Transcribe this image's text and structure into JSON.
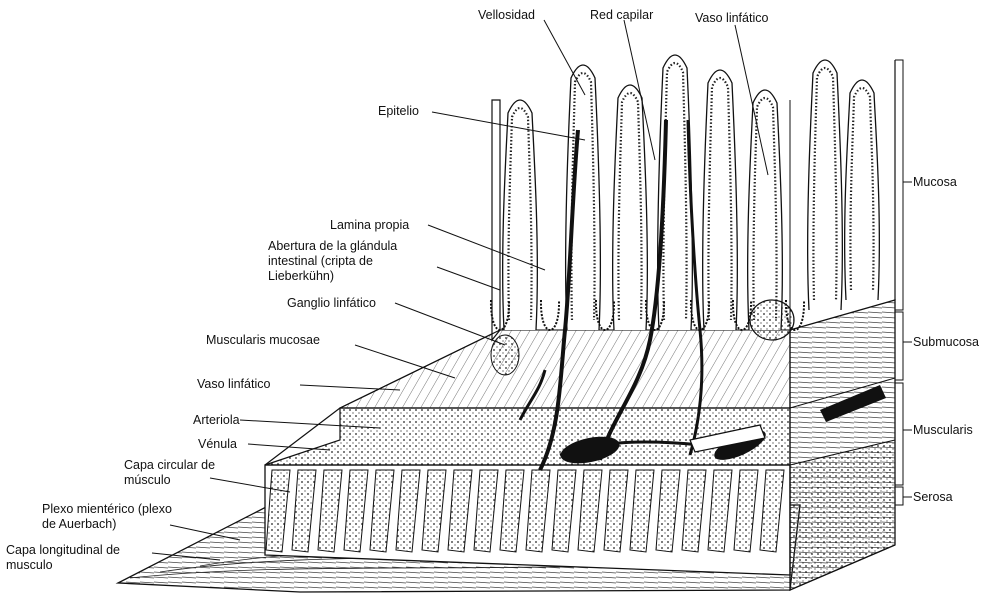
{
  "labels": {
    "vellosidad": "Vellosidad",
    "red_capilar": "Red capilar",
    "vaso_linfatico_top": "Vaso linfático",
    "epitelio": "Epitelio",
    "lamina_propia": "Lamina propia",
    "abertura": "Abertura de la glándula\nintestinal (cripta de\nLieberkühn)",
    "ganglio": "Ganglio linfático",
    "muscularis_mucosae": "Muscularis mucosae",
    "vaso_linfatico_left": "Vaso linfático",
    "arteriola": "Arteriola",
    "venula": "Vénula",
    "capa_circular": "Capa circular de\nmúsculo",
    "plexo": "Plexo mientérico (plexo\nde Auerbach)",
    "capa_longitudinal": "Capa longitudinal de\nmusculo"
  },
  "layers": {
    "mucosa": "Mucosa",
    "submucosa": "Submucosa",
    "muscularis": "Muscularis",
    "serosa": "Serosa"
  }
}
